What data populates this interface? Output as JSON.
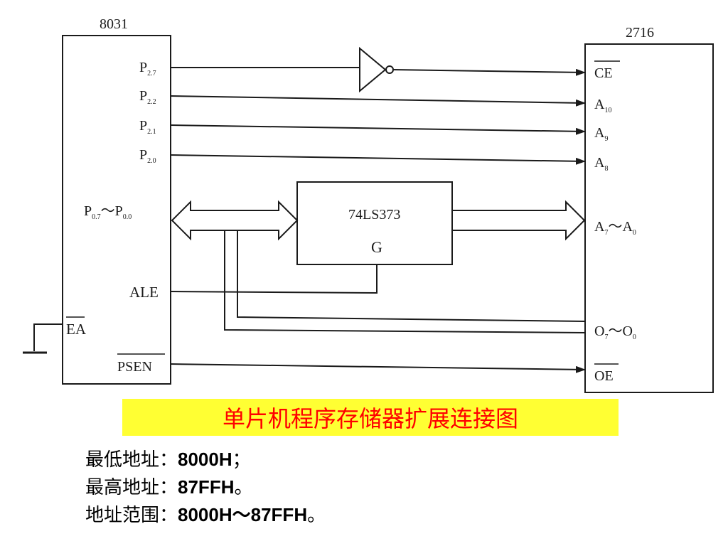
{
  "chips": {
    "mcu": {
      "name": "8031",
      "pins": {
        "p27": {
          "base": "P",
          "sub": "2.7"
        },
        "p22": {
          "base": "P",
          "sub": "2.2"
        },
        "p21": {
          "base": "P",
          "sub": "2.1"
        },
        "p20": {
          "base": "P",
          "sub": "2.0"
        },
        "p0": {
          "b1": "P",
          "s1": "0.7",
          "mid": "～P",
          "s2": "0.0"
        },
        "ale": "ALE",
        "ea": "EA",
        "psen": "PSEN"
      }
    },
    "eprom": {
      "name": "2716",
      "pins": {
        "ce": "CE",
        "a10": {
          "base": "A",
          "sub": "10"
        },
        "a9": {
          "base": "A",
          "sub": "9"
        },
        "a8": {
          "base": "A",
          "sub": "8"
        },
        "a70": {
          "b1": "A",
          "s1": "7",
          "mid": "～A",
          "s2": "0"
        },
        "o70": {
          "b1": "O",
          "s1": "7",
          "mid": "～O",
          "s2": "0"
        },
        "oe": "OE"
      }
    },
    "latch": {
      "name": "74LS373",
      "gate": "G"
    }
  },
  "caption": "单片机程序存储器扩展连接图",
  "notes": [
    {
      "label": "最低地址：",
      "value": "8000H",
      "tail": "；"
    },
    {
      "label": "最高地址：",
      "value": "87FFH",
      "tail": "。"
    },
    {
      "label": "地址范围：",
      "value": "8000H～87FFH",
      "tail": "。"
    }
  ],
  "colors": {
    "caption_bg": "#ffff33",
    "caption_text": "#ff0000"
  }
}
